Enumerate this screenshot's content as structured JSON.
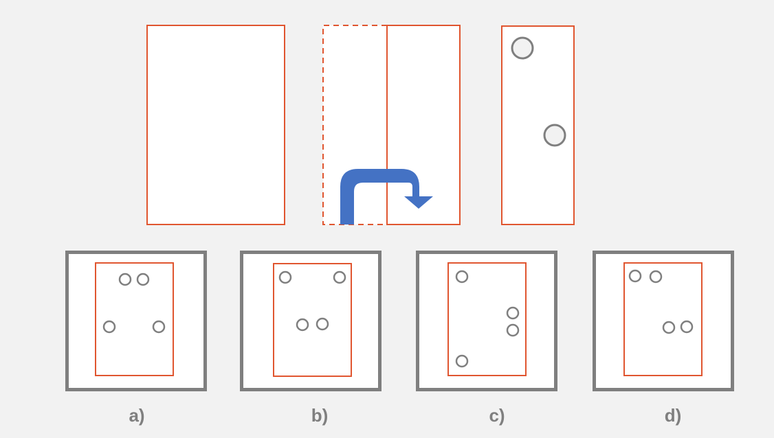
{
  "colors": {
    "background": "#f2f2f2",
    "paper_edge": "#e0552f",
    "hole": "#7f7f7f",
    "frame": "#7f7f7f",
    "fold_arrow": "#4472c4"
  },
  "icons": {
    "fold_arrow": "curved-arrow-right-down-icon"
  },
  "options": [
    {
      "label": "a)"
    },
    {
      "label": "b)"
    },
    {
      "label": "c)"
    },
    {
      "label": "d)"
    }
  ]
}
